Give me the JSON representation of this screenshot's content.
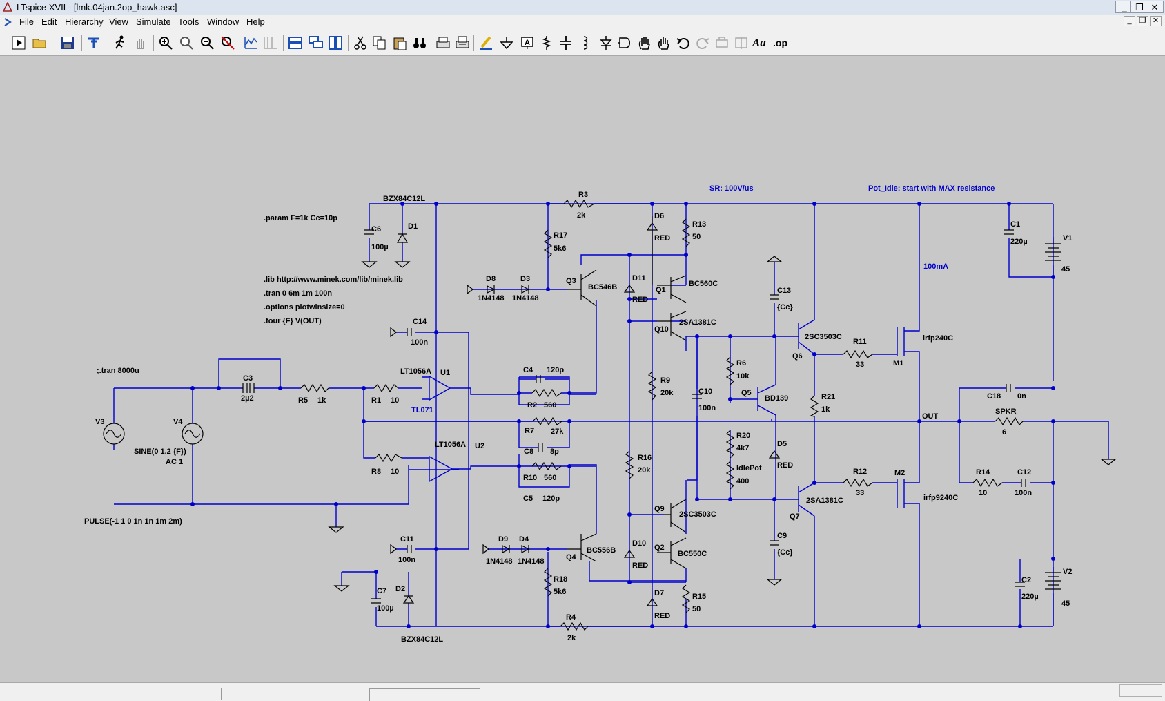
{
  "window": {
    "title": "LTspice XVII - [lmk.04jan.2op_hawk.asc]",
    "controls": {
      "minimize": "_",
      "restore": "❐",
      "close": "✕"
    }
  },
  "menu": [
    {
      "pre": "",
      "acc": "F",
      "post": "ile"
    },
    {
      "pre": "",
      "acc": "E",
      "post": "dit"
    },
    {
      "pre": "H",
      "acc": "i",
      "post": "erarchy"
    },
    {
      "pre": "",
      "acc": "V",
      "post": "iew"
    },
    {
      "pre": "",
      "acc": "S",
      "post": "imulate"
    },
    {
      "pre": "",
      "acc": "T",
      "post": "ools"
    },
    {
      "pre": "",
      "acc": "W",
      "post": "indow"
    },
    {
      "pre": "",
      "acc": "H",
      "post": "elp"
    }
  ],
  "toolbar": {
    "font_button": "Aa",
    "spice_directive": ".op"
  },
  "schematic": {
    "colors": {
      "wire": "#0000cc",
      "text": "#000000",
      "accent_text": "#0000cc",
      "background": "#c8c8c8"
    },
    "directives": {
      "param": ".param F=1k Cc=10p",
      "lib": ".lib http://www.minek.com/lib/minek.lib",
      "tran": ".tran 0 6m 1m 100n",
      "options": ".options plotwinsize=0",
      "four": ".four {F} V(OUT)",
      "tran_comment": ";.tran 8000u"
    },
    "notes": {
      "slew_rate": "SR: 100V/us",
      "pot_idle": "Pot_Idle: start with MAX resistance",
      "bias_current": "100mA"
    },
    "net_labels": {
      "out": "OUT"
    },
    "sources": {
      "v3": "V3",
      "v4": "V4",
      "v4_value": "SINE(0 1.2 {F})",
      "v4_ac": "AC 1",
      "v3_value": "PULSE(-1 1 0 1n 1n 1m 2m)"
    },
    "opamps": {
      "u1_name": "U1",
      "u1_model": "LT1056A",
      "u1_alt": "TL071",
      "u2_name": "U2",
      "u2_model": "LT1056A"
    },
    "zeners": {
      "d1_name": "D1",
      "d1_model": "BZX84C12L",
      "d2_name": "D2",
      "d2_model": "BZX84C12L"
    },
    "resistors": {
      "r1": "R1",
      "r1_v": "10",
      "r2": "R2",
      "r2_v": "560",
      "r3": "R3",
      "r3_v": "2k",
      "r4": "R4",
      "r4_v": "2k",
      "r5": "R5",
      "r5_v": "1k",
      "r6": "R6",
      "r6_v": "10k",
      "r7": "R7",
      "r7_v": "27k",
      "r8": "R8",
      "r8_v": "10",
      "r9": "R9",
      "r9_v": "20k",
      "r10": "R10",
      "r10_v": "560",
      "r11": "R11",
      "r11_v": "33",
      "r12": "R12",
      "r12_v": "33",
      "r13": "R13",
      "r13_v": "50",
      "r14": "R14",
      "r14_v": "10",
      "r15": "R15",
      "r15_v": "50",
      "r16": "R16",
      "r16_v": "20k",
      "r17": "R17",
      "r17_v": "5k6",
      "r18": "R18",
      "r18_v": "5k6",
      "r20": "R20",
      "r20_v": "4k7",
      "r21": "R21",
      "r21_v": "1k",
      "idlepot": "IdlePot",
      "idlepot_v": "400",
      "spkr": "SPKR",
      "spkr_v": "6"
    },
    "capacitors": {
      "c1": "C1",
      "c1_v": "220µ",
      "c2": "C2",
      "c2_v": "220µ",
      "c3": "C3",
      "c3_v": "2µ2",
      "c4": "C4",
      "c4_v": "120p",
      "c5": "C5",
      "c5_v": "120p",
      "c6": "C6",
      "c6_v": "100µ",
      "c7": "C7",
      "c7_v": "100µ",
      "c8": "C8",
      "c8_v": "8p",
      "c9": "C9",
      "c9_v": "{Cc}",
      "c10": "C10",
      "c10_v": "100n",
      "c11": "C11",
      "c11_v": "100n",
      "c12": "C12",
      "c12_v": "100n",
      "c13": "C13",
      "c13_v": "{Cc}",
      "c14": "C14",
      "c14_v": "100n",
      "c18": "C18",
      "c18_v": "0n"
    },
    "diodes": {
      "d3": "D3",
      "d3_v": "1N4148",
      "d4": "D4",
      "d4_v": "1N4148",
      "d5": "D5",
      "d5_v": "RED",
      "d6": "D6",
      "d6_v": "RED",
      "d7": "D7",
      "d7_v": "RED",
      "d8": "D8",
      "d8_v": "1N4148",
      "d9": "D9",
      "d9_v": "1N4148",
      "d10": "D10",
      "d10_v": "RED",
      "d11": "D11",
      "d11_v": "RED"
    },
    "transistors": {
      "q1": "Q1",
      "q1_v": "BC560C",
      "q2": "Q2",
      "q2_v": "BC550C",
      "q3": "Q3",
      "q3_v": "BC546B",
      "q4": "Q4",
      "q4_v": "BC556B",
      "q5": "Q5",
      "q5_v": "BD139",
      "q6": "Q6",
      "q6_v": "2SC3503C",
      "q7": "Q7",
      "q7_v": "2SA1381C",
      "q9": "Q9",
      "q9_v": "2SC3503C",
      "q10": "Q10",
      "q10_v": "2SA1381C",
      "m1": "M1",
      "m1_v": "irfp240C",
      "m2": "M2",
      "m2_v": "irfp9240C"
    },
    "supplies": {
      "v1": "V1",
      "v1_v": "45",
      "v2": "V2",
      "v2_v": "45"
    }
  }
}
